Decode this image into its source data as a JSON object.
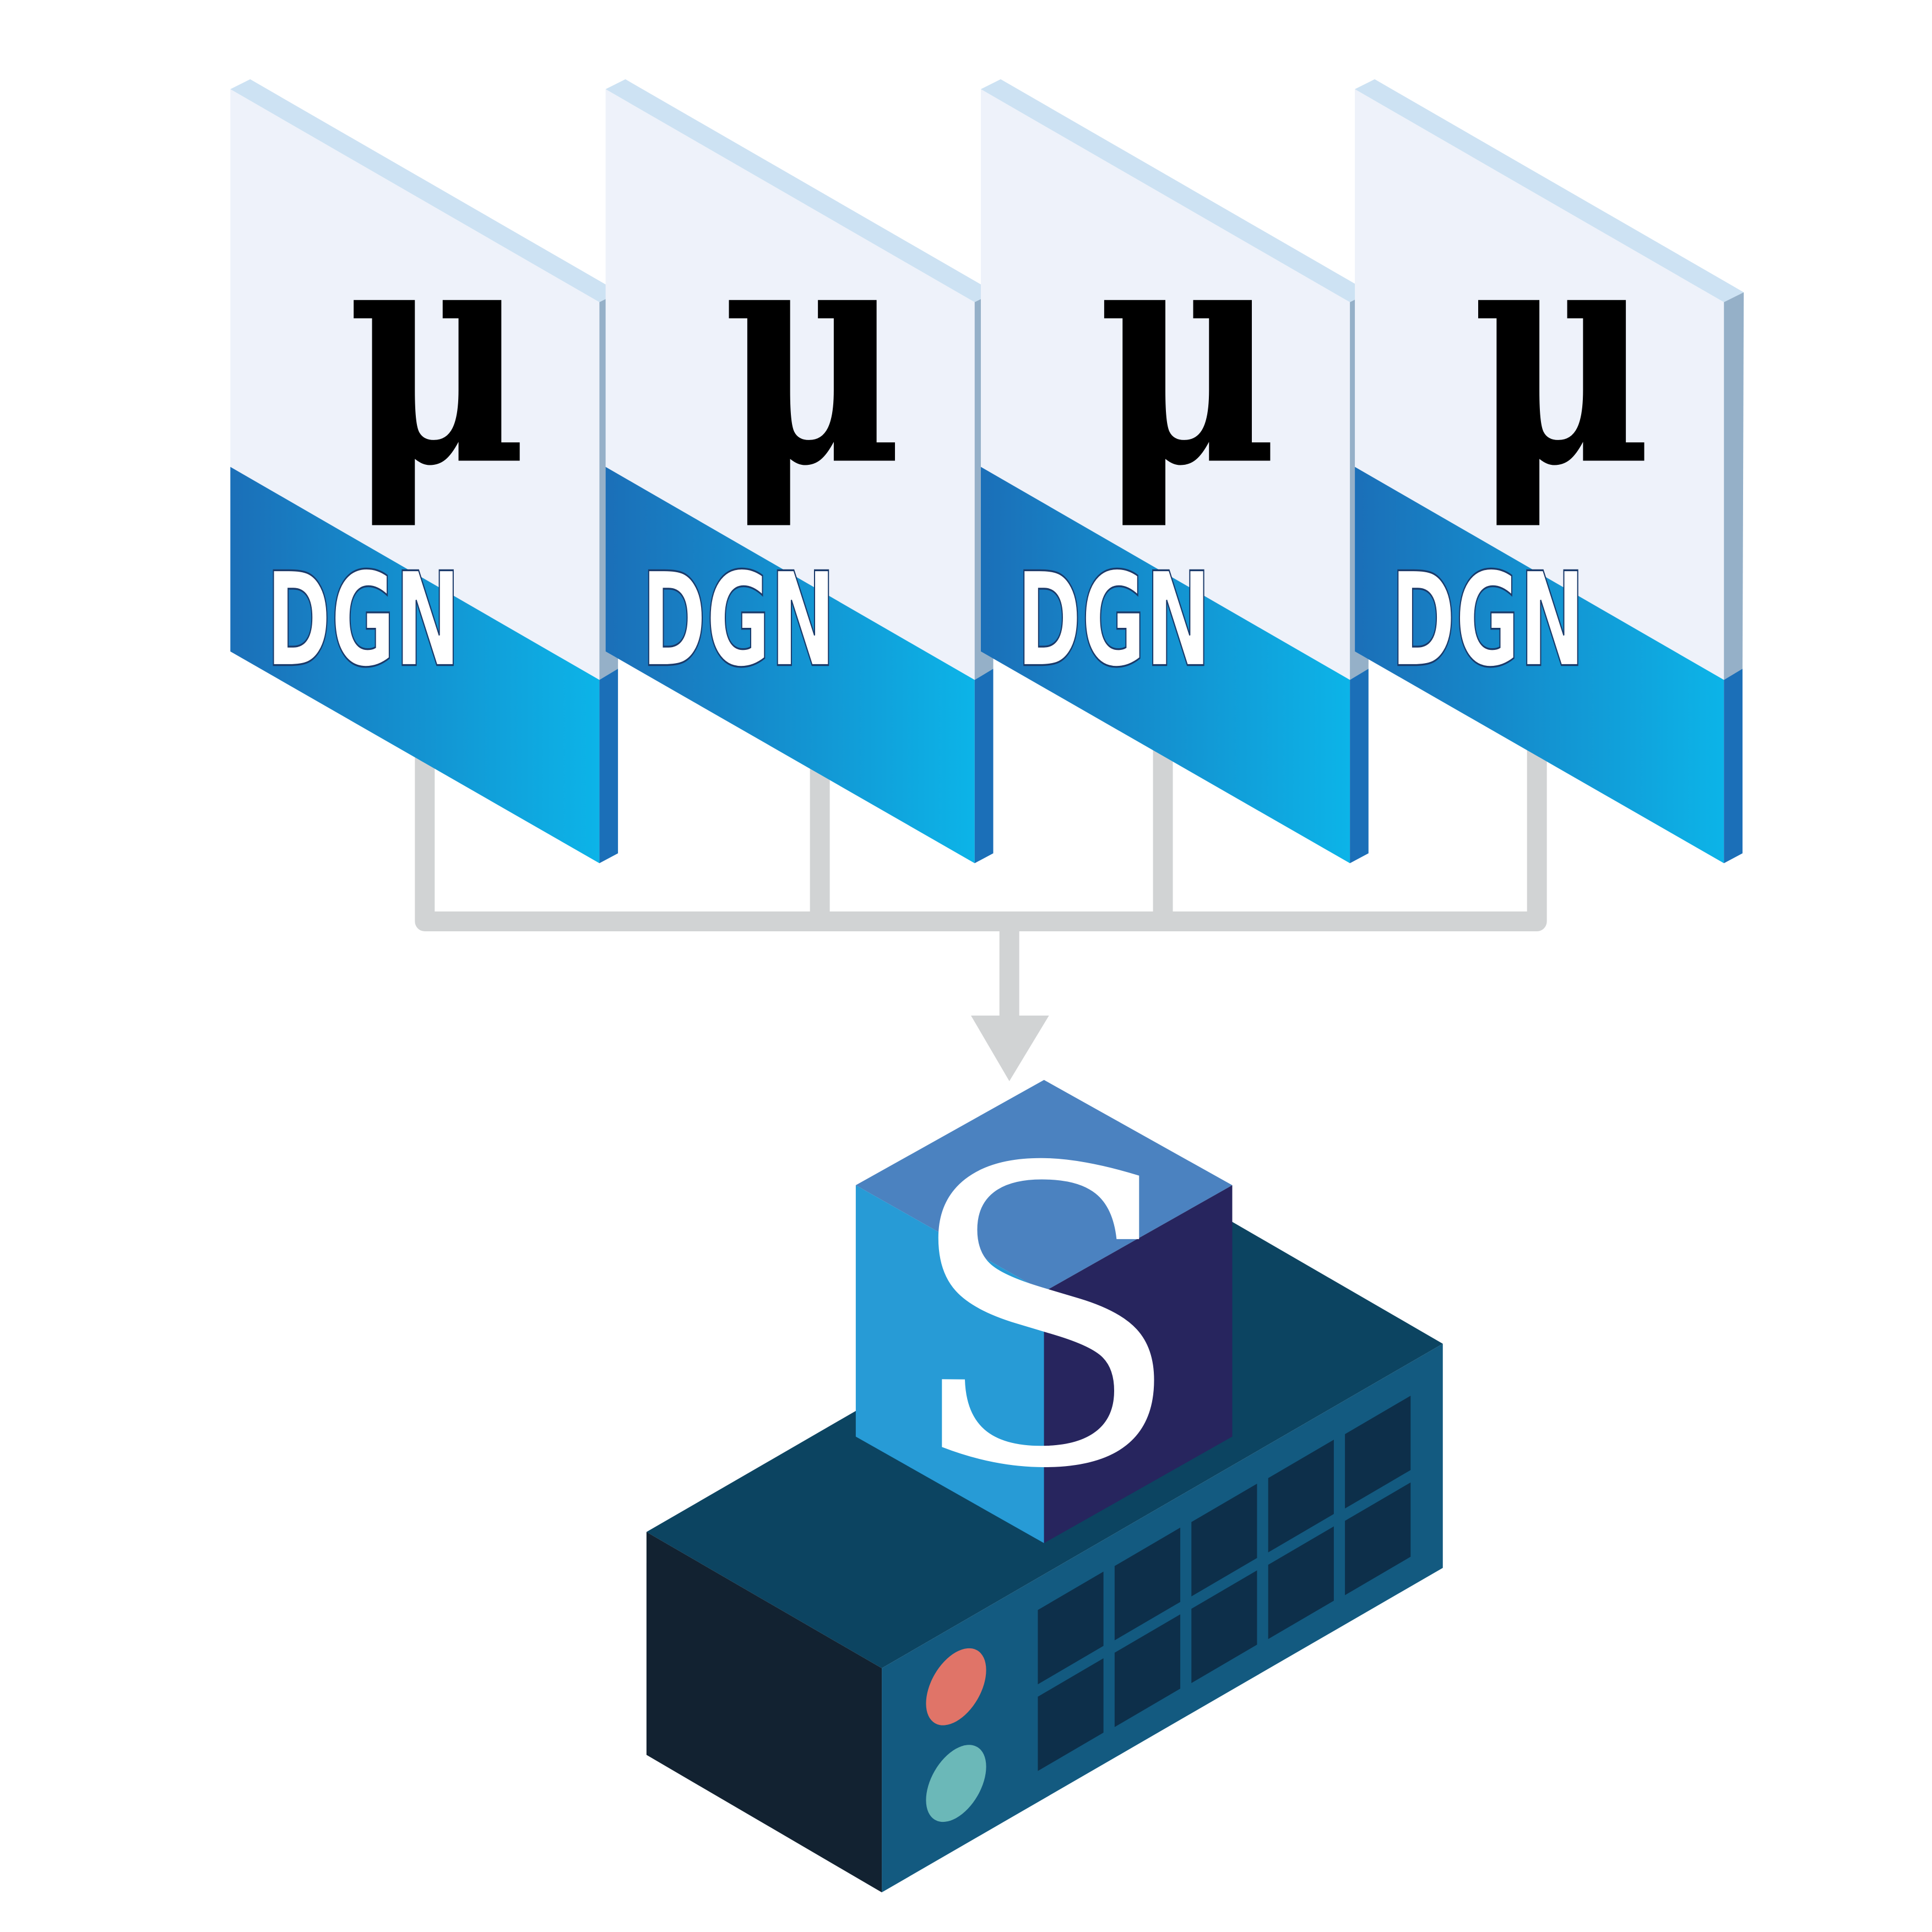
{
  "panels": [
    {
      "symbol": "μ",
      "label": "DGN"
    },
    {
      "symbol": "μ",
      "label": "DGN"
    },
    {
      "symbol": "μ",
      "label": "DGN"
    },
    {
      "symbol": "μ",
      "label": "DGN"
    }
  ],
  "cube": {
    "letter": "S"
  },
  "server": {
    "port_columns": 5,
    "port_rows": 2,
    "leds": [
      "red",
      "teal"
    ]
  },
  "colors": {
    "panel_face": "#eef2fa",
    "panel_top": "#cde2f3",
    "panel_side": "#95b0c8",
    "band_start": "#1b6fb8",
    "band_end": "#0cb4e8",
    "connector": "#d1d3d4",
    "cube_top": "#4b82c0",
    "cube_left": "#279bd6",
    "cube_right": "#27255e",
    "server_top": "#0c4461",
    "server_front": "#135a80",
    "server_left": "#122231",
    "port": "#0d2f4a",
    "led_red": "#e07468",
    "led_teal": "#6bb8b8"
  }
}
